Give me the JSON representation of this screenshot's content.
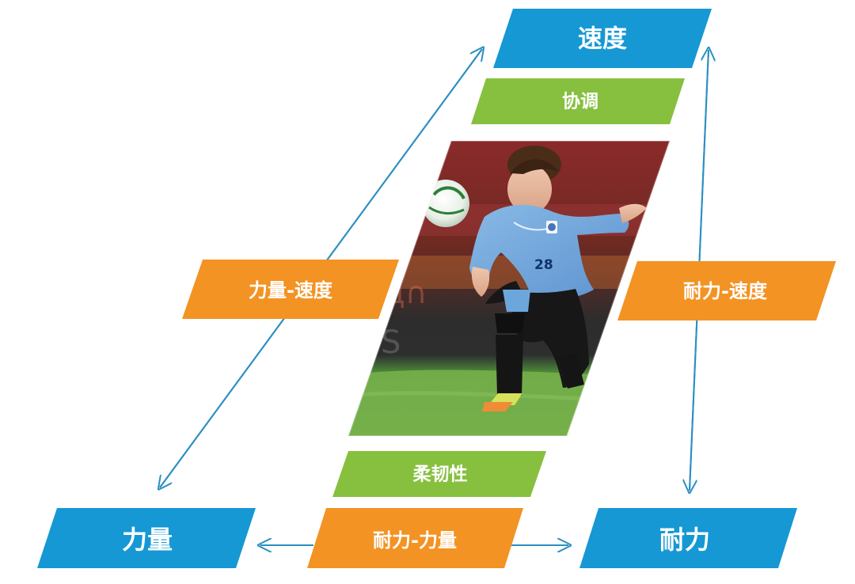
{
  "diagram": {
    "nodes": {
      "speed": {
        "label": "速度"
      },
      "strength": {
        "label": "力量"
      },
      "endurance": {
        "label": "耐力"
      },
      "coordination": {
        "label": "协调"
      },
      "flexibility": {
        "label": "柔韧性"
      },
      "strength_speed": {
        "label": "力量-速度"
      },
      "endurance_speed": {
        "label": "耐力-速度"
      },
      "endurance_strength": {
        "label": "耐力-力量"
      }
    },
    "colors": {
      "primary_node": "#1598d4",
      "combo_node": "#f39323",
      "skill_node": "#86c03e",
      "arrow": "#2b8fc2"
    },
    "photo": {
      "subject": "soccer player kicking ball",
      "icon": "soccer-player-image"
    }
  }
}
